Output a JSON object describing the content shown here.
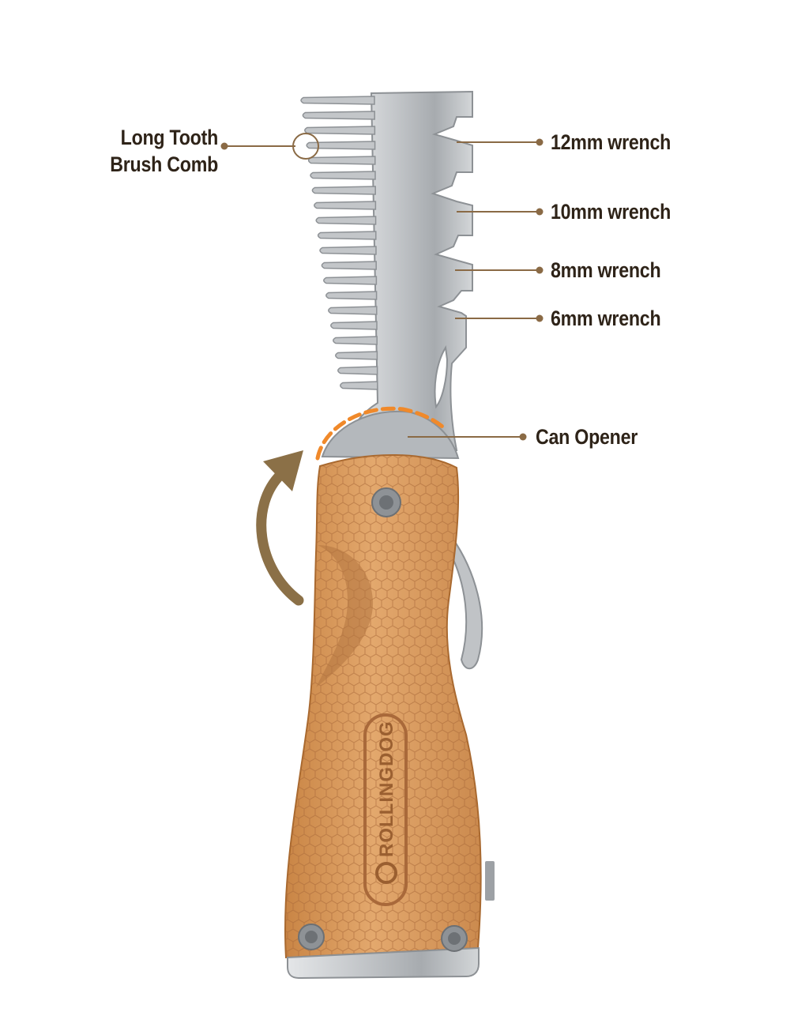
{
  "callouts": {
    "comb": {
      "line1": "Long Tooth",
      "line2": "Brush Comb"
    },
    "wrench_12": "12mm wrench",
    "wrench_10": "10mm wrench",
    "wrench_8": "8mm wrench",
    "wrench_6": "6mm wrench",
    "can_opener": "Can Opener"
  },
  "brand": "ROLLINGDOG",
  "colors": {
    "leader": "#8a6a45",
    "label_text": "#2e2318",
    "highlight_dash": "#f0892a",
    "rotation_arrow": "#8b7047",
    "steel": "#b9bcbf",
    "wood": "#d9975c"
  },
  "icons": {
    "rotation": "curved-rotation-arrow-icon",
    "screws": "torx-screw-icon"
  }
}
